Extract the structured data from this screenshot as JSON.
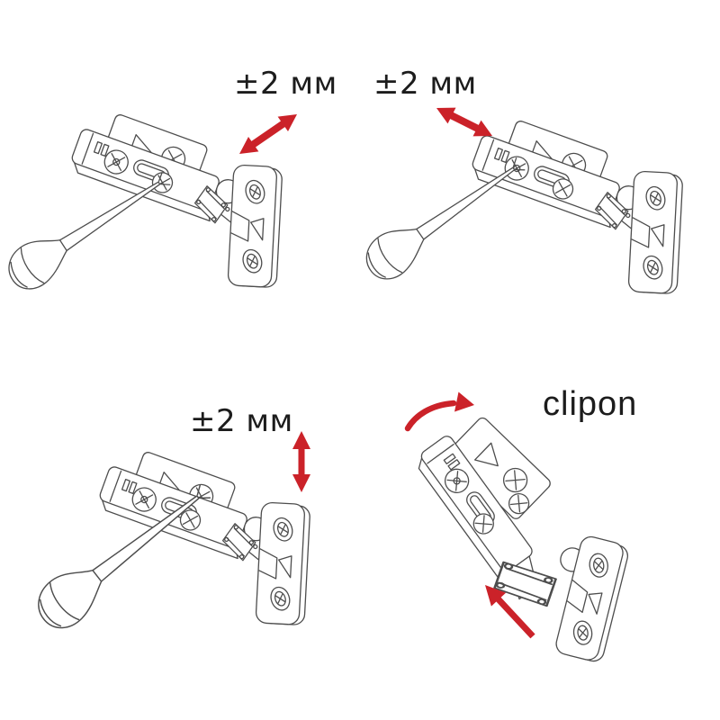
{
  "illustration": {
    "title_semantic": "cabinet-hinge-adjustment-instructions",
    "background_color": "#ffffff",
    "line_color": "#4d4d4d",
    "arrow_color": "#cb2229",
    "label_color": "#1c1c1c",
    "panels": [
      {
        "id": "top-left",
        "label": "±2 мм",
        "arrow": "diagonal-double-headed-arrow",
        "illustration": "hinge-with-screwdriver-on-arm-middle-screw"
      },
      {
        "id": "top-right",
        "label": "±2 мм",
        "arrow": "diagonal-double-headed-arrow",
        "illustration": "hinge-with-screwdriver-on-cam-screw"
      },
      {
        "id": "bottom-left",
        "label": "±2 мм",
        "arrow": "vertical-double-headed-arrow",
        "illustration": "hinge-with-screwdriver-on-mounting-plate-screw"
      },
      {
        "id": "bottom-right",
        "label": "clipon",
        "arrow": "curved-snap-arrow-and-straight-push-arrow",
        "illustration": "hinge-tilted-open-clip-on-mounting"
      }
    ]
  }
}
